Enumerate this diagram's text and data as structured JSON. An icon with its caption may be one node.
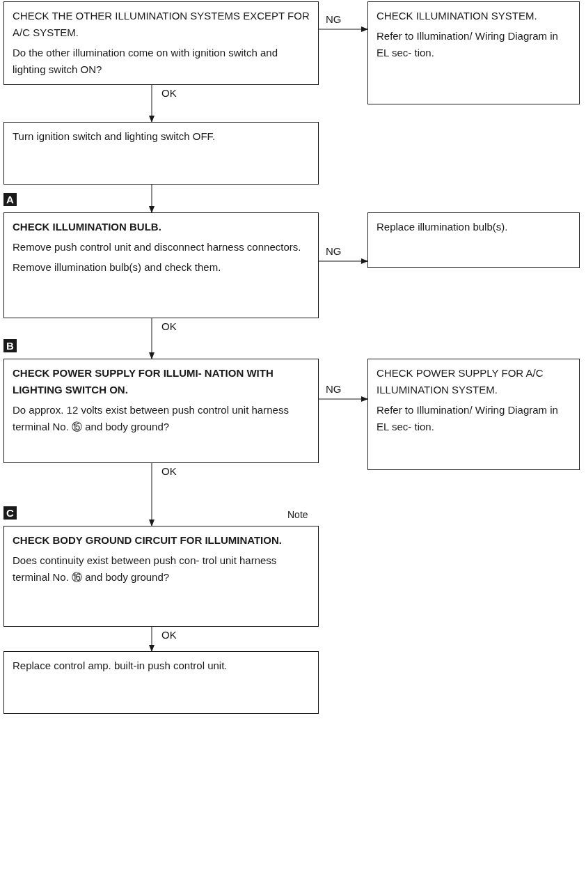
{
  "diagram": {
    "nodes": [
      {
        "text": [
          "CHECK THE OTHER ILLUMINATION SYSTEMS EXCEPT FOR A/C SYSTEM.",
          "Do the other illumination come on with ignition switch and lighting switch ON?"
        ]
      },
      {
        "text": [
          "CHECK ILLUMINATION SYSTEM.",
          "Refer to Illumination/ Wiring Diagram in EL sec- tion."
        ]
      },
      {
        "text": [
          "Turn ignition switch and lighting switch OFF."
        ]
      },
      {
        "text": [
          "CHECK ILLUMINATION BULB.",
          "Remove push control unit and disconnect harness connectors.",
          "Remove illumination bulb(s) and check them."
        ],
        "beside": [
          "A"
        ]
      },
      {
        "text": [
          "Replace illumination bulb(s)."
        ]
      },
      {
        "text": [
          "CHECK POWER SUPPLY FOR ILLUMI- NATION WITH LIGHTING SWITCH ON.",
          "Do approx. 12 volts exist between push control unit harness terminal No. ⑮ and body ground?"
        ],
        "beside": [
          "B"
        ]
      },
      {
        "text": [
          "CHECK POWER SUPPLY FOR A/C ILLUMINATION SYSTEM.",
          "Refer to Illumination/ Wiring Diagram in EL sec- tion."
        ]
      },
      {
        "text": [
          "CHECK BODY GROUND CIRCUIT FOR ILLUMINATION.",
          "Does continuity exist between push con- trol unit harness terminal No. ⑯ and body ground?"
        ],
        "beside": [
          "C",
          "Note"
        ]
      },
      {
        "text": [
          "Replace control amp. built-in push control unit."
        ]
      }
    ],
    "edges": [
      {
        "from": 0,
        "to": 1,
        "arrow": "to",
        "label": "NG"
      },
      {
        "from": 0,
        "to": 2,
        "arrow": "to",
        "label": "OK"
      },
      {
        "from": 2,
        "to": 3,
        "arrow": "to"
      },
      {
        "from": 3,
        "to": 4,
        "arrow": "to",
        "label": "NG"
      },
      {
        "from": 3,
        "to": 5,
        "arrow": "to",
        "label": "OK"
      },
      {
        "from": 5,
        "to": 6,
        "arrow": "to",
        "label": "NG"
      },
      {
        "from": 5,
        "to": 7,
        "arrow": "to",
        "label": "OK"
      },
      {
        "from": 7,
        "to": 8,
        "arrow": "to",
        "label": "OK"
      }
    ]
  }
}
